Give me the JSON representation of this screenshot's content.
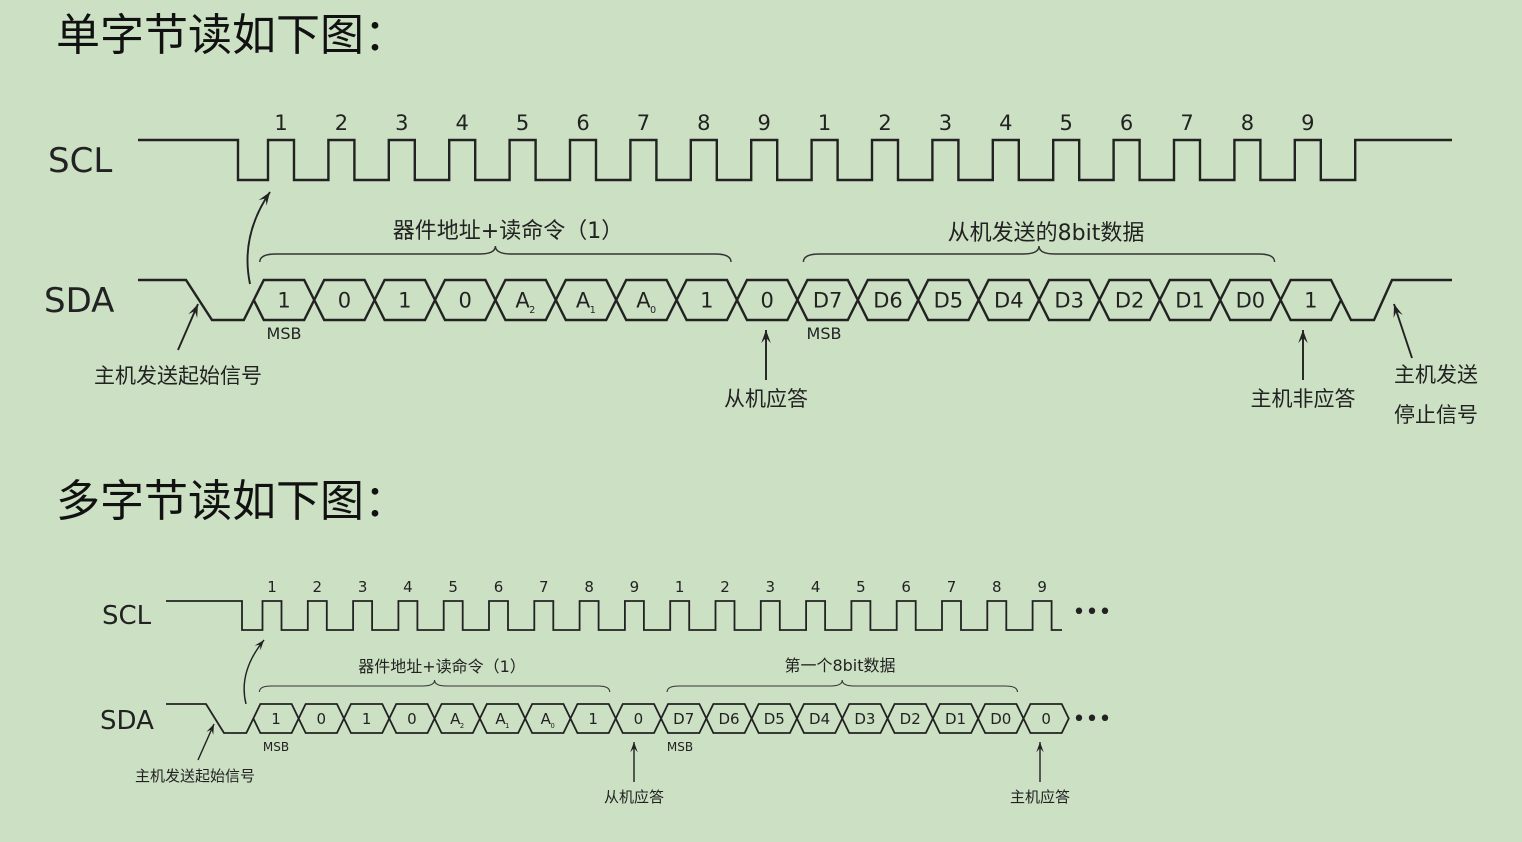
{
  "headings": {
    "single": "单字节读如下图：",
    "multi": "多字节读如下图："
  },
  "diagram1": {
    "scl_label": "SCL",
    "sda_label": "SDA",
    "clock_numbers": [
      "1",
      "2",
      "3",
      "4",
      "5",
      "6",
      "7",
      "8",
      "9",
      "1",
      "2",
      "3",
      "4",
      "5",
      "6",
      "7",
      "8",
      "9"
    ],
    "sda_bits": [
      "1",
      "0",
      "1",
      "0",
      "A2",
      "A1",
      "A0",
      "1",
      "0",
      "D7",
      "D6",
      "D5",
      "D4",
      "D3",
      "D2",
      "D1",
      "D0",
      "1"
    ],
    "brace_address": "器件地址+读命令（1）",
    "brace_data": "从机发送的8bit数据",
    "msb": "MSB",
    "start_label": "主机发送起始信号",
    "slave_ack": "从机应答",
    "master_nack": "主机非应答",
    "stop_label_1": "主机发送",
    "stop_label_2": "停止信号"
  },
  "diagram2": {
    "scl_label": "SCL",
    "sda_label": "SDA",
    "clock_numbers": [
      "1",
      "2",
      "3",
      "4",
      "5",
      "6",
      "7",
      "8",
      "9",
      "1",
      "2",
      "3",
      "4",
      "5",
      "6",
      "7",
      "8",
      "9"
    ],
    "sda_bits": [
      "1",
      "0",
      "1",
      "0",
      "A2",
      "A1",
      "A0",
      "1",
      "0",
      "D7",
      "D6",
      "D5",
      "D4",
      "D3",
      "D2",
      "D1",
      "D0",
      "0"
    ],
    "brace_address": "器件地址+读命令（1）",
    "brace_data": "第一个8bit数据",
    "msb": "MSB",
    "start_label": "主机发送起始信号",
    "slave_ack": "从机应答",
    "master_ack": "主机应答",
    "ellipsis": "•••"
  }
}
